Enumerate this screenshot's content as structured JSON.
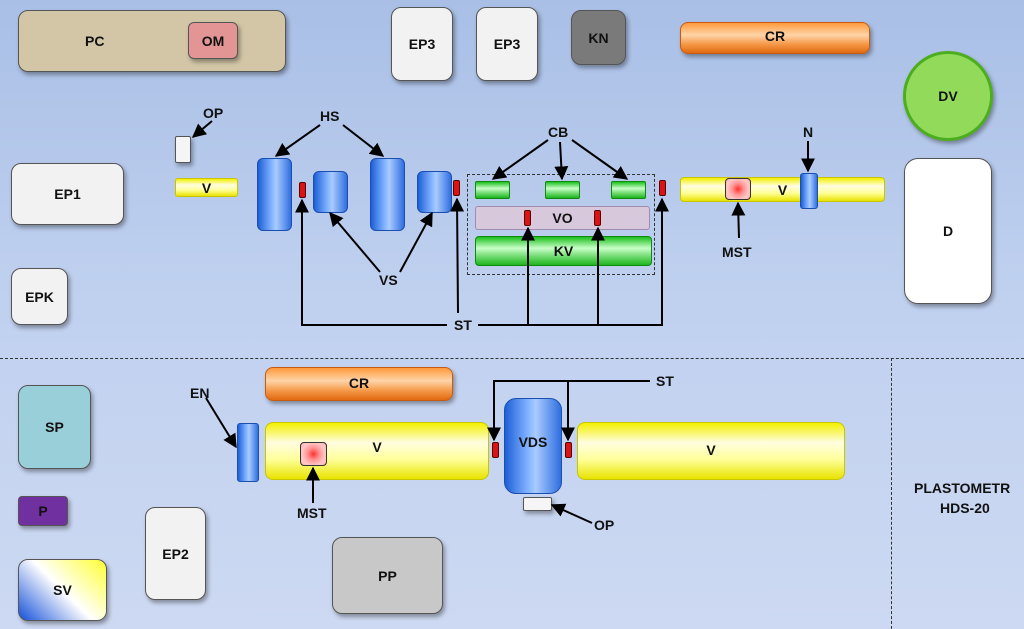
{
  "top": {
    "pc": "PC",
    "om": "OM",
    "ep3_a": "EP3",
    "ep3_b": "EP3",
    "kn": "KN",
    "cr": "CR",
    "dv": "DV",
    "op": "OP",
    "hs": "HS",
    "cb": "CB",
    "n": "N",
    "ep1": "EP1",
    "v_small": "V",
    "vo": "VO",
    "kv": "KV",
    "v_right": "V",
    "d": "D",
    "mst": "MST",
    "vs": "VS",
    "epk": "EPK",
    "st": "ST"
  },
  "bottom": {
    "cr": "CR",
    "st": "ST",
    "en": "EN",
    "sp": "SP",
    "v_left": "V",
    "vds": "VDS",
    "v_right": "V",
    "mst": "MST",
    "op": "OP",
    "p": "P",
    "ep2": "EP2",
    "pp": "PP",
    "sv": "SV",
    "plastometer": "PLASTOMETR",
    "model": "HDS-20"
  },
  "colors": {
    "pc": "#d2c6a6",
    "om": "#e39595",
    "kn": "#7a7a7a",
    "dv": "#92db5a",
    "sp": "#99cfd9",
    "p": "#7030a0",
    "pp": "#c8c8c8",
    "grey_box": "#f2f2f2"
  }
}
